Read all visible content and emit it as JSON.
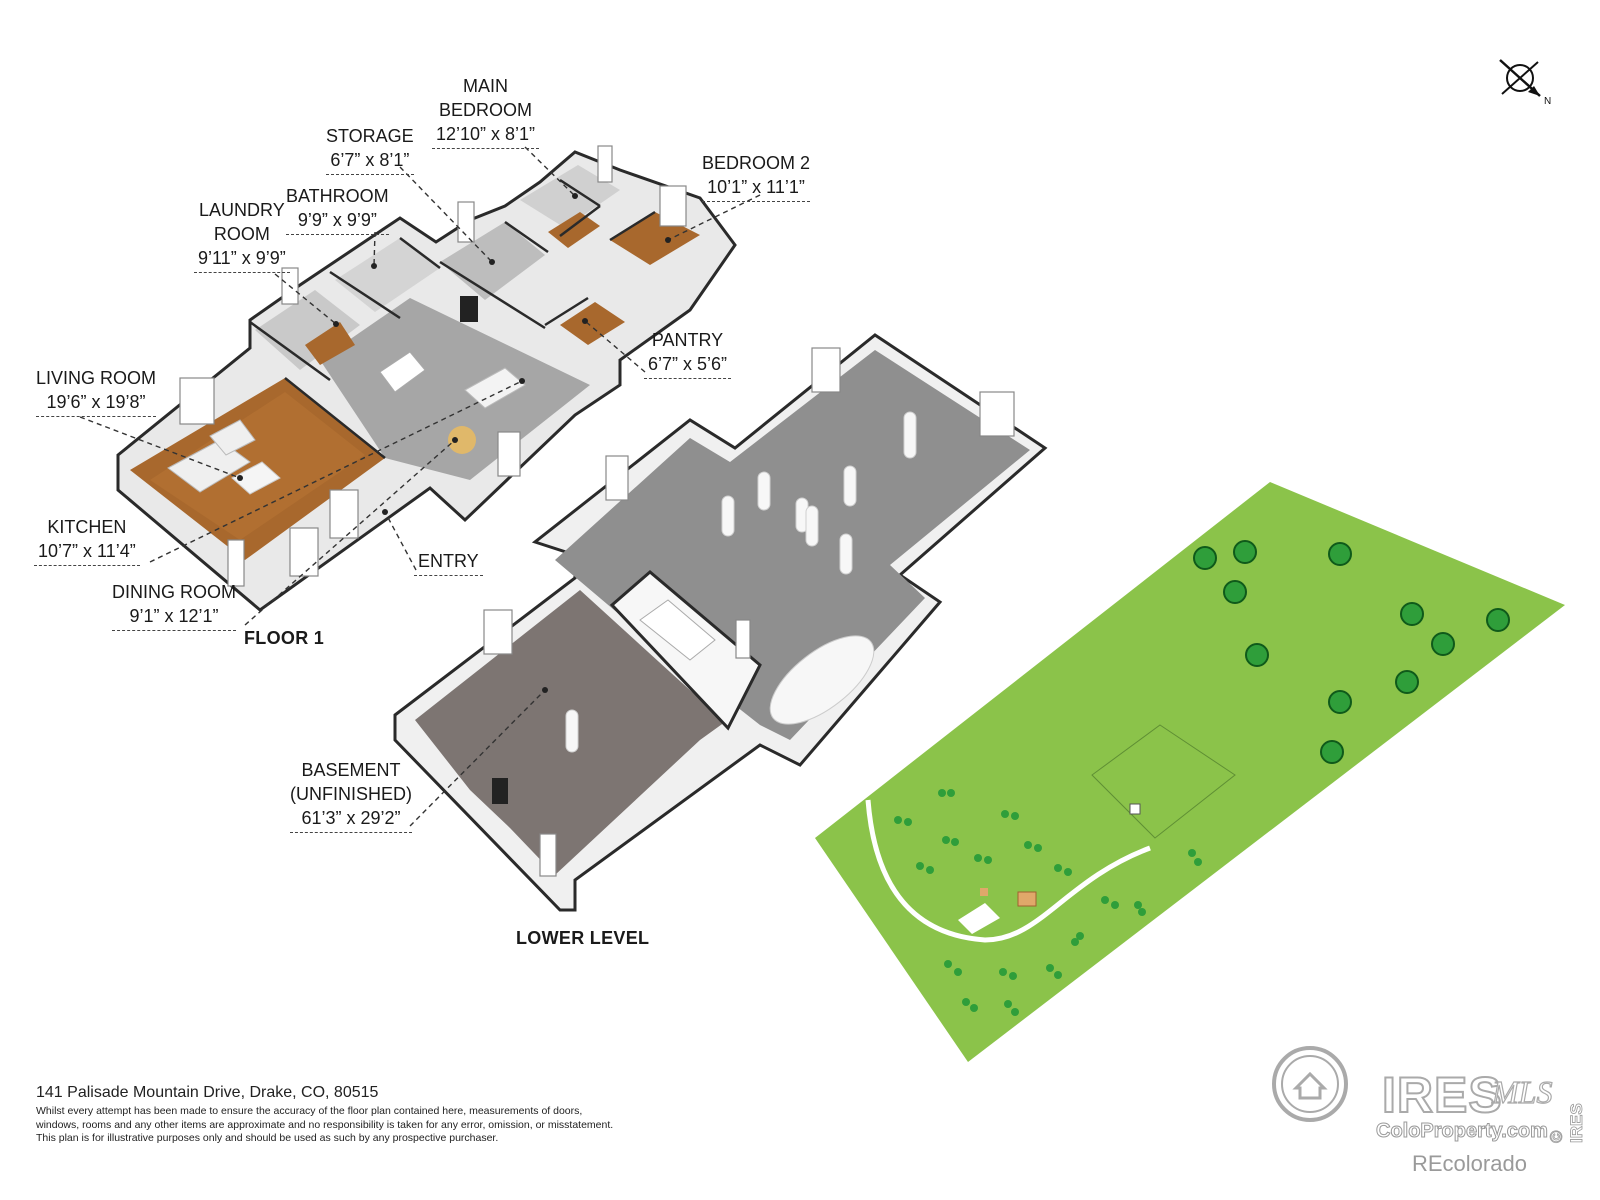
{
  "floors": {
    "floor1": "FLOOR 1",
    "lower": "LOWER LEVEL"
  },
  "rooms": {
    "main_bedroom": {
      "name": [
        "MAIN",
        "BEDROOM"
      ],
      "dim": "12’10” x 8’1”"
    },
    "storage": {
      "name": [
        "STORAGE"
      ],
      "dim": "6’7” x 8’1”"
    },
    "bedroom2": {
      "name": [
        "BEDROOM 2"
      ],
      "dim": "10’1” x 11’1”"
    },
    "bathroom": {
      "name": [
        "BATHROOM"
      ],
      "dim": "9’9” x 9’9”"
    },
    "laundry": {
      "name": [
        "LAUNDRY",
        "ROOM"
      ],
      "dim": "9’11” x 9’9”"
    },
    "pantry": {
      "name": [
        "PANTRY"
      ],
      "dim": "6’7” x 5’6”"
    },
    "living": {
      "name": [
        "LIVING ROOM"
      ],
      "dim": "19’6” x 19’8”"
    },
    "kitchen": {
      "name": [
        "KITCHEN"
      ],
      "dim": "10’7” x 11’4”"
    },
    "entry": {
      "name": [
        "ENTRY"
      ],
      "dim": ""
    },
    "dining": {
      "name": [
        "DINING ROOM"
      ],
      "dim": "9’1” x 12’1”"
    },
    "basement": {
      "name": [
        "BASEMENT",
        "(UNFINISHED)"
      ],
      "dim": "61’3” x 29’2”"
    }
  },
  "compass": {
    "label": "N"
  },
  "footer": {
    "address": "141 Palisade Mountain Drive, Drake, CO, 80515",
    "disclaimer": [
      "Whilst every attempt has been made to ensure the accuracy of the floor plan contained here, measurements of doors,",
      "windows, rooms and any other items are approximate and no responsibility is taken for any error, omission, or misstatement.",
      "This plan is for illustrative purposes only and should be used as such by any prospective purchaser."
    ]
  },
  "logos": {
    "ires": "IRES",
    "mls": "MLS",
    "coloproperty": "ColoProperty.com",
    "copyright": "© IRES",
    "recolorado": "REcolorado"
  },
  "colors": {
    "wall": "#f4f4f4",
    "wall_dark": "#2a2a2a",
    "concrete": "#8f8f8f",
    "wood": "#a8682d",
    "grass": "#8bc34a",
    "tree": "#2f9e3a"
  }
}
